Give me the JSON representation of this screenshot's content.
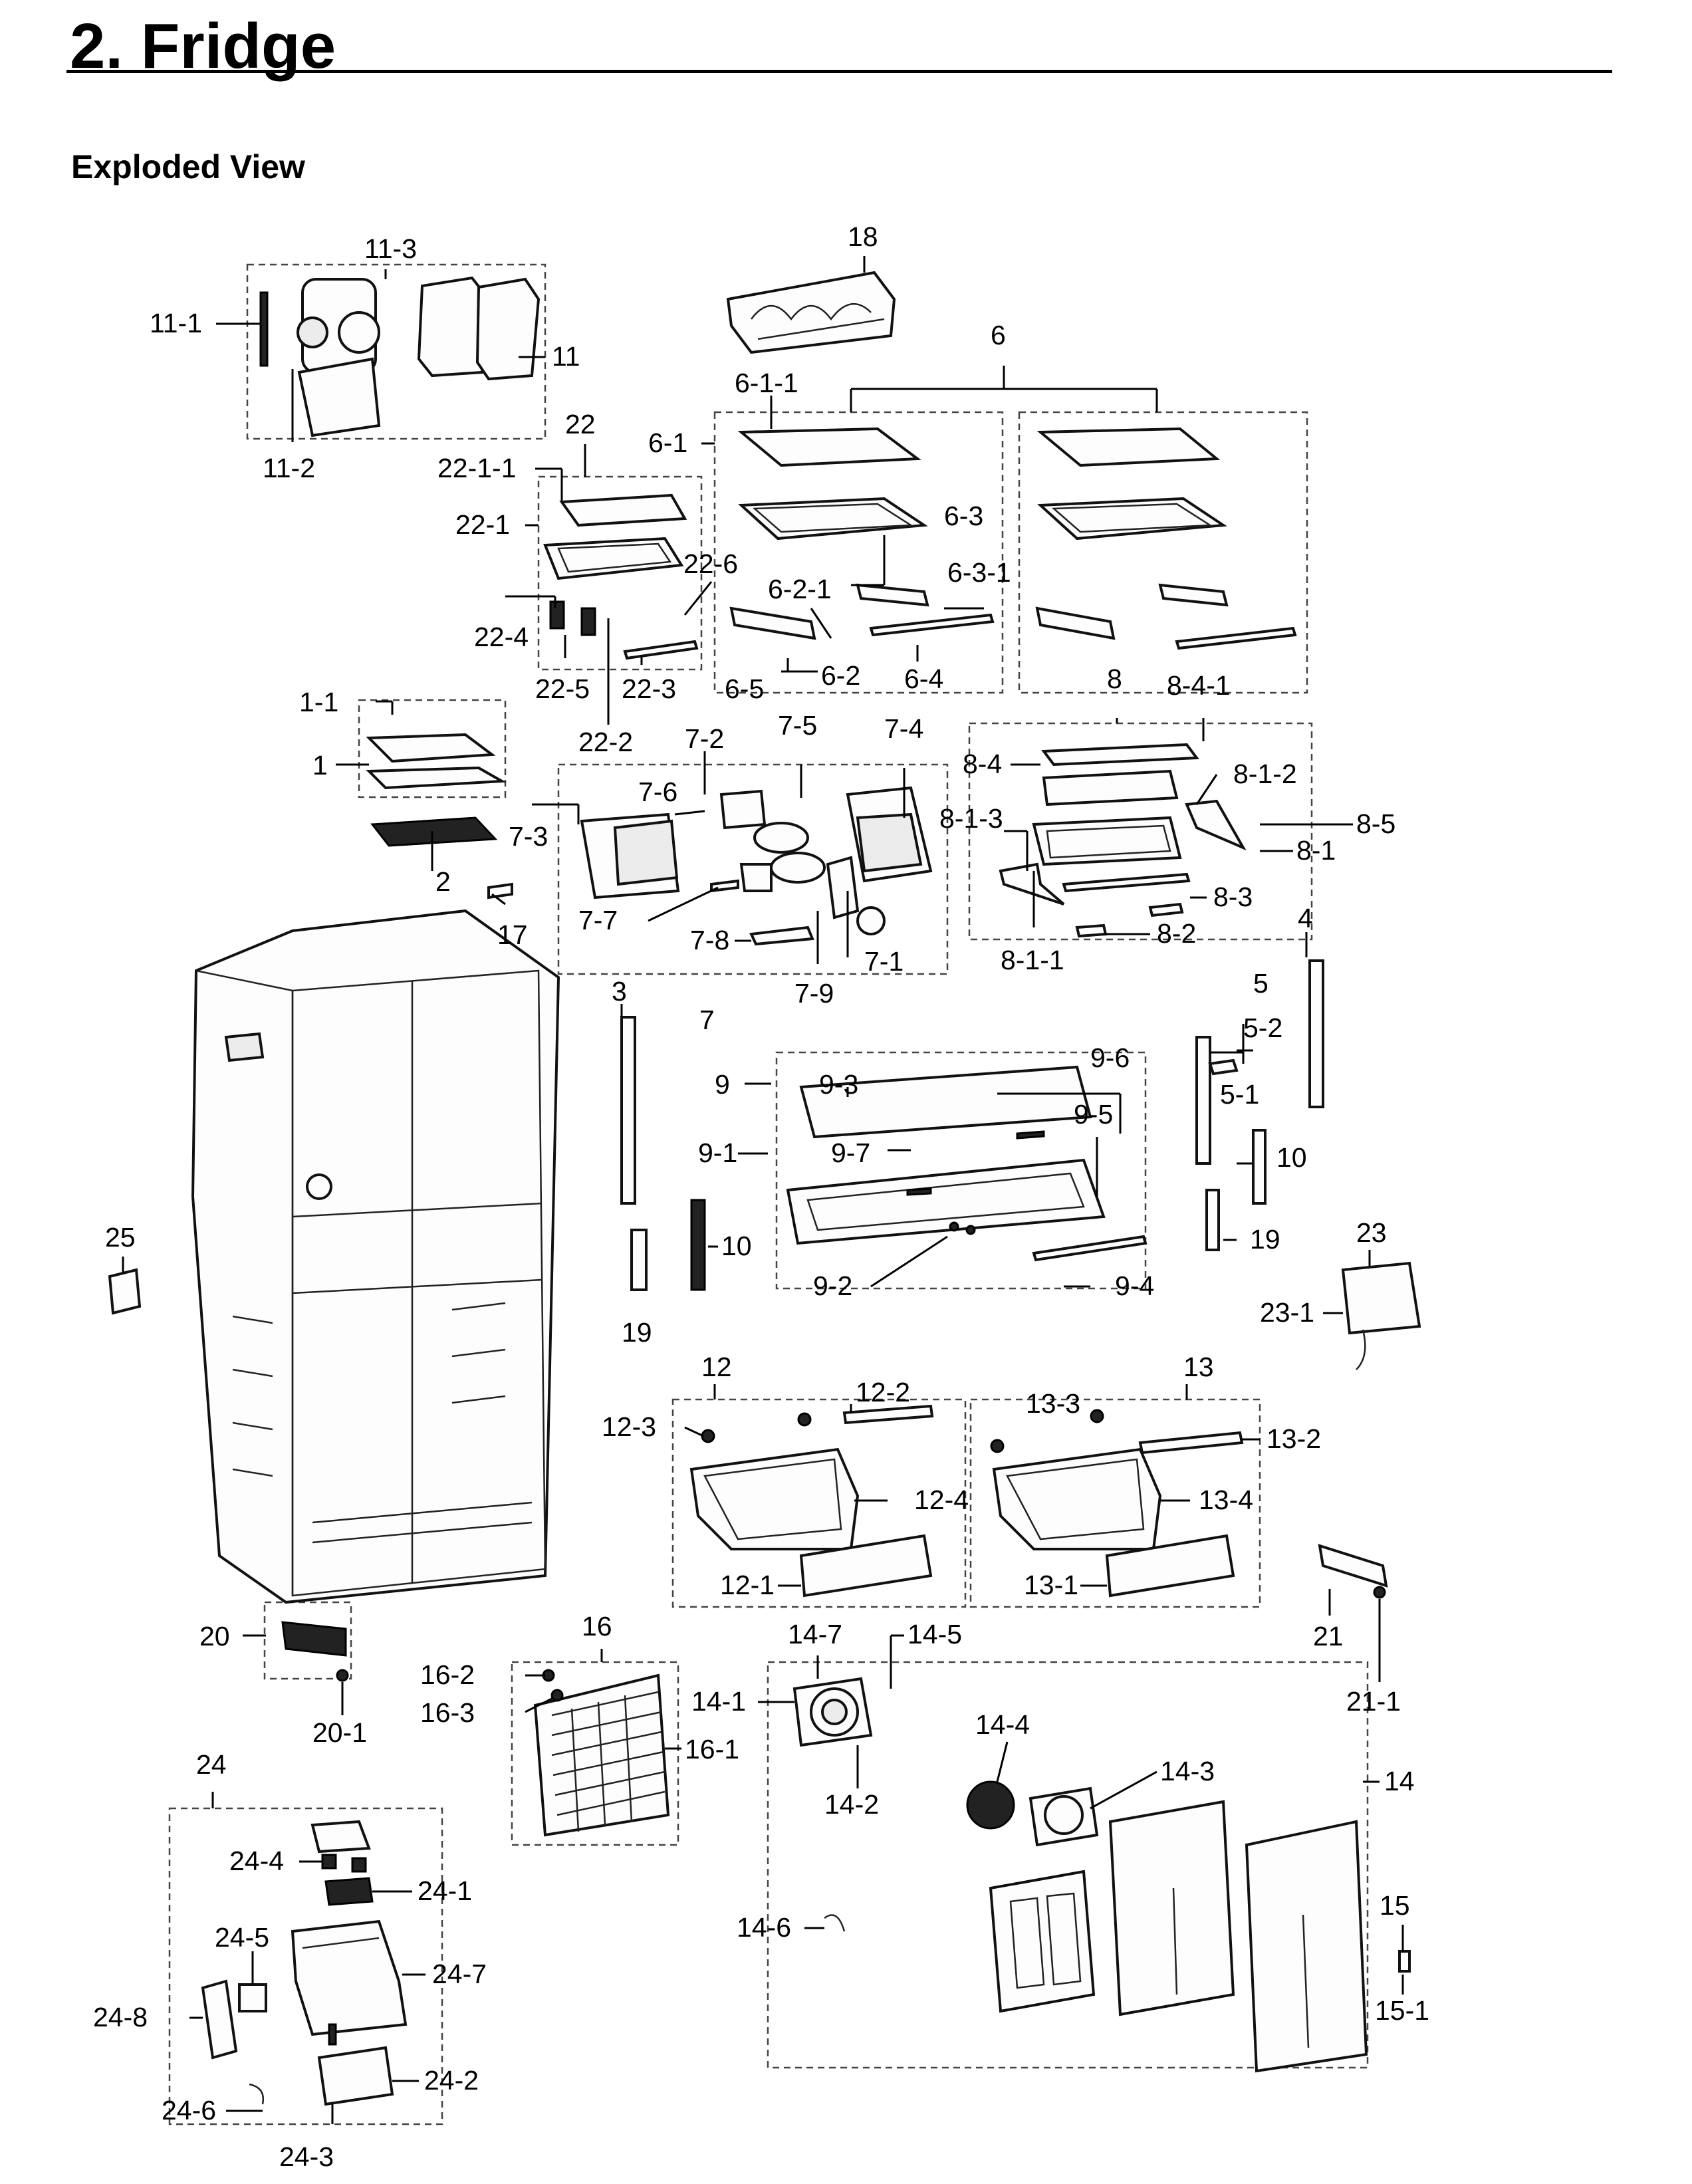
{
  "header": {
    "title": "2.  Fridge"
  },
  "section": {
    "title": "Exploded View"
  },
  "labels": {
    "l_11_3": "11-3",
    "l_11_1": "11-1",
    "l_11": "11",
    "l_11_2": "11-2",
    "l_18": "18",
    "l_6": "6",
    "l_6_1_1": "6-1-1",
    "l_6_1": "6-1",
    "l_22": "22",
    "l_22_1_1": "22-1-1",
    "l_22_1": "22-1",
    "l_22_6": "22-6",
    "l_22_4": "22-4",
    "l_22_5": "22-5",
    "l_22_3": "22-3",
    "l_22_2": "22-2",
    "l_6_3": "6-3",
    "l_6_3_1": "6-3-1",
    "l_6_2_1": "6-2-1",
    "l_6_5": "6-5",
    "l_6_2": "6-2",
    "l_6_4": "6-4",
    "l_1_1": "1-1",
    "l_1": "1",
    "l_2": "2",
    "l_17": "17",
    "l_7_2": "7-2",
    "l_7_5": "7-5",
    "l_7_4": "7-4",
    "l_7_6": "7-6",
    "l_7_3": "7-3",
    "l_7_7": "7-7",
    "l_7_8": "7-8",
    "l_7_1": "7-1",
    "l_7_9": "7-9",
    "l_7": "7",
    "l_8": "8",
    "l_8_4_1": "8-4-1",
    "l_8_4": "8-4",
    "l_8_1_2": "8-1-2",
    "l_8_1_3": "8-1-3",
    "l_8_5": "8-5",
    "l_8_1": "8-1",
    "l_8_3": "8-3",
    "l_8_2": "8-2",
    "l_8_1_1": "8-1-1",
    "l_4": "4",
    "l_5": "5",
    "l_5_2": "5-2",
    "l_5_1": "5-1",
    "l_10a": "10",
    "l_19a": "19",
    "l_3": "3",
    "l_9_3": "9-3",
    "l_9_6": "9-6",
    "l_9": "9",
    "l_9_5": "9-5",
    "l_9_1": "9-1",
    "l_9_7": "9-7",
    "l_10b": "10",
    "l_9_2": "9-2",
    "l_9_4": "9-4",
    "l_19b": "19",
    "l_25": "25",
    "l_23": "23",
    "l_23_1": "23-1",
    "l_12": "12",
    "l_12_2": "12-2",
    "l_12_3": "12-3",
    "l_12_4": "12-4",
    "l_12_1": "12-1",
    "l_13": "13",
    "l_13_3": "13-3",
    "l_13_2": "13-2",
    "l_13_4": "13-4",
    "l_13_1": "13-1",
    "l_21": "21",
    "l_21_1": "21-1",
    "l_20": "20",
    "l_20_1": "20-1",
    "l_16": "16",
    "l_16_2": "16-2",
    "l_16_3": "16-3",
    "l_16_1": "16-1",
    "l_14_7": "14-7",
    "l_14_5": "14-5",
    "l_14_1": "14-1",
    "l_14_2": "14-2",
    "l_14_4": "14-4",
    "l_14_3": "14-3",
    "l_14": "14",
    "l_14_6": "14-6",
    "l_15": "15",
    "l_15_1": "15-1",
    "l_24": "24",
    "l_24_4": "24-4",
    "l_24_1": "24-1",
    "l_24_5": "24-5",
    "l_24_7": "24-7",
    "l_24_8": "24-8",
    "l_24_2": "24-2",
    "l_24_6": "24-6",
    "l_24_3": "24-3"
  }
}
